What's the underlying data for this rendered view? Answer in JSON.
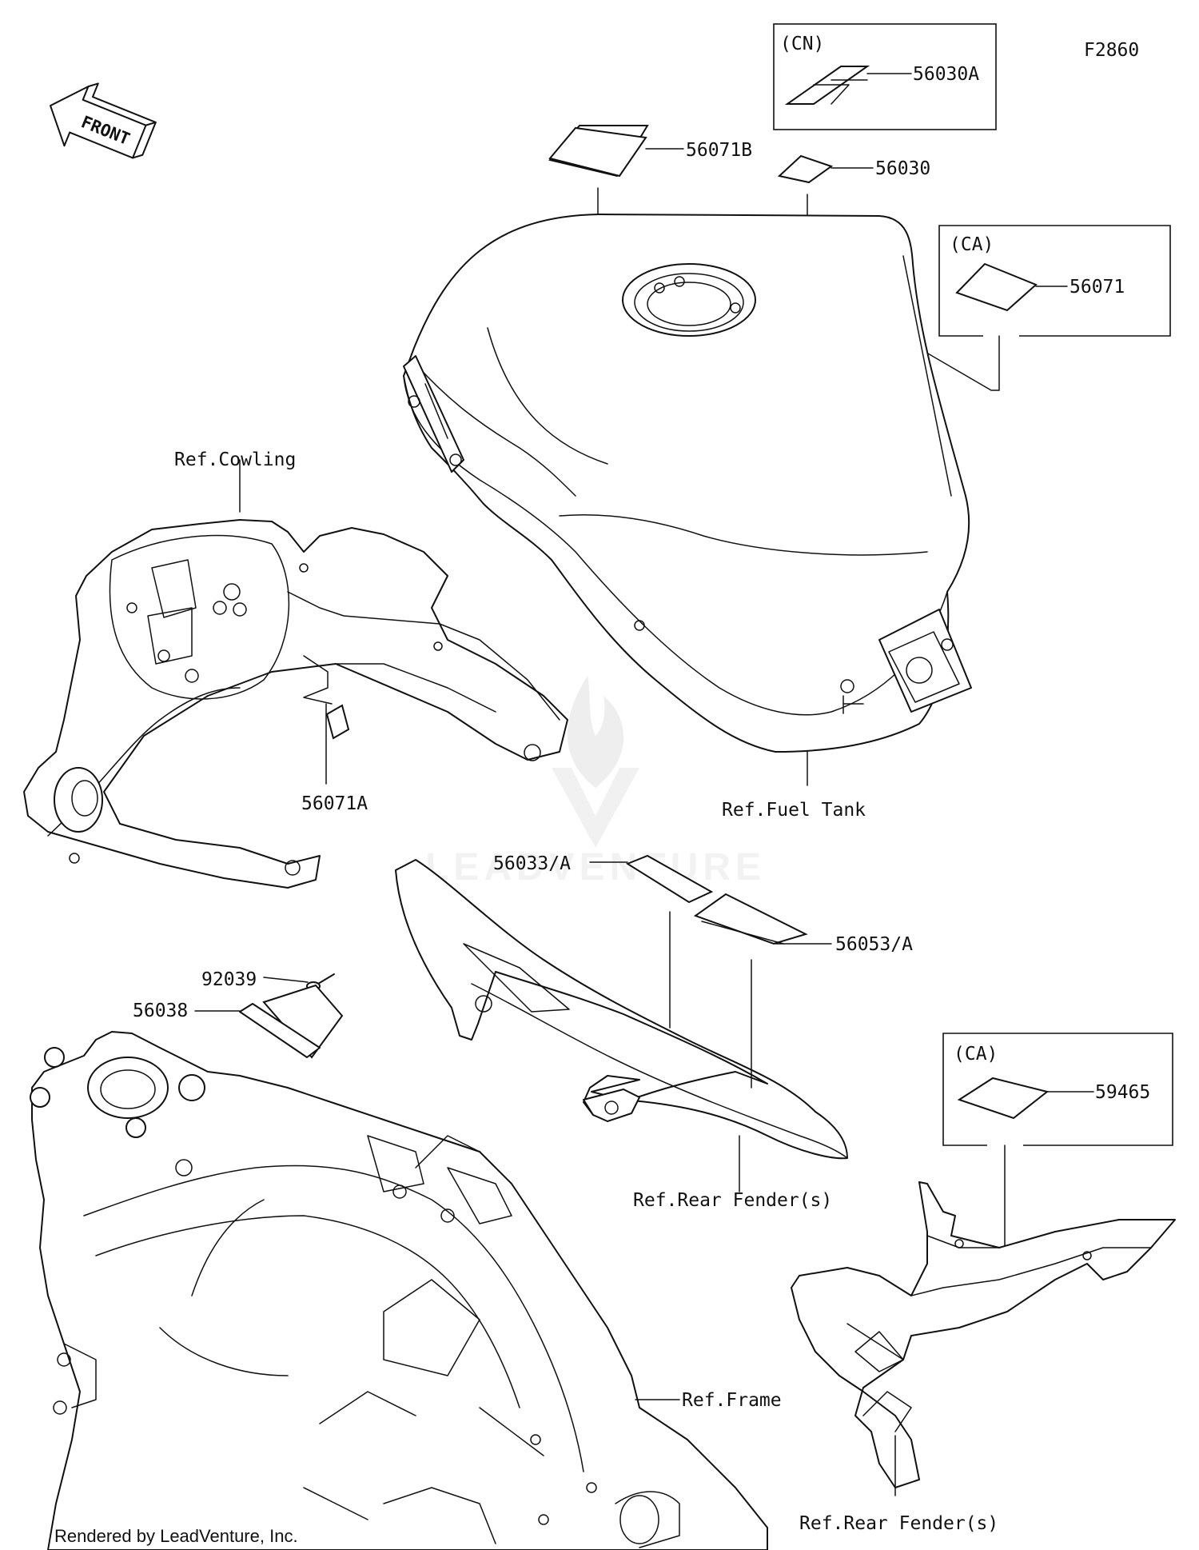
{
  "figure_code": "F2860",
  "front_arrow": {
    "label": "FRONT",
    "icon": "front-direction-arrow-icon"
  },
  "watermark": {
    "text": "LEADVENTURE",
    "icon": "leadventure-flame-logo",
    "color": "#cfcfcf"
  },
  "footer": {
    "text": "Rendered by LeadVenture, Inc."
  },
  "regions": {
    "cn": "(CN)",
    "ca_tank": "(CA)",
    "ca_fender": "(CA)"
  },
  "parts": {
    "p56030A": "56030A",
    "p56071B": "56071B",
    "p56030": "56030",
    "p56071": "56071",
    "p56071A": "56071A",
    "p56033A": "56033/A",
    "p56053A": "56053/A",
    "p92039": "92039",
    "p56038": "56038",
    "p59465": "59465"
  },
  "references": {
    "cowling": "Ref.Cowling",
    "fuel_tank": "Ref.Fuel Tank",
    "rear_fender_1": "Ref.Rear Fender(s)",
    "frame": "Ref.Frame",
    "rear_fender_2": "Ref.Rear Fender(s)"
  },
  "colors": {
    "line": "#111111",
    "background": "#ffffff"
  }
}
